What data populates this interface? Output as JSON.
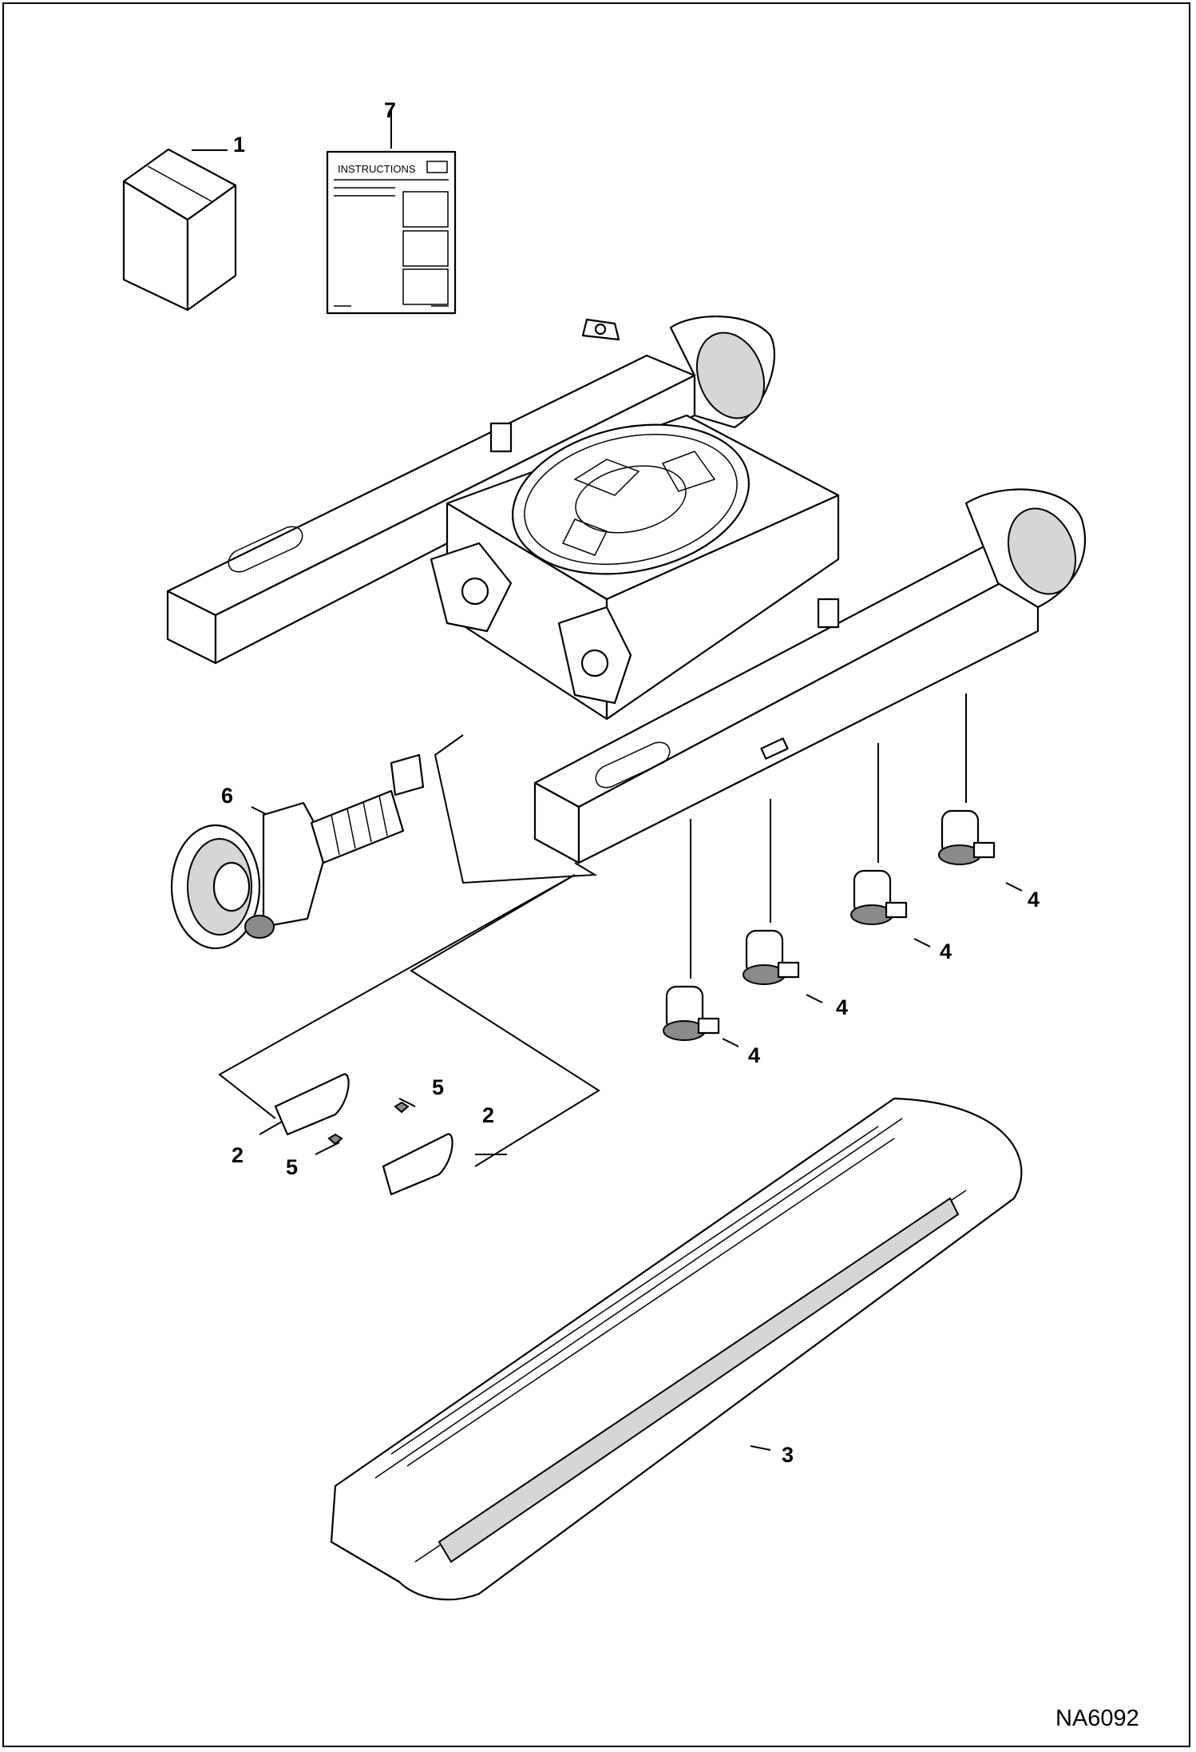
{
  "instructions_doc": {
    "label": "INSTRUCTIONS"
  },
  "callouts": {
    "c1": "1",
    "c2a": "2",
    "c2b": "2",
    "c3": "3",
    "c4a": "4",
    "c4b": "4",
    "c4c": "4",
    "c4d": "4",
    "c5a": "5",
    "c5b": "5",
    "c6": "6",
    "c7": "7"
  },
  "figure_id": "NA6092"
}
